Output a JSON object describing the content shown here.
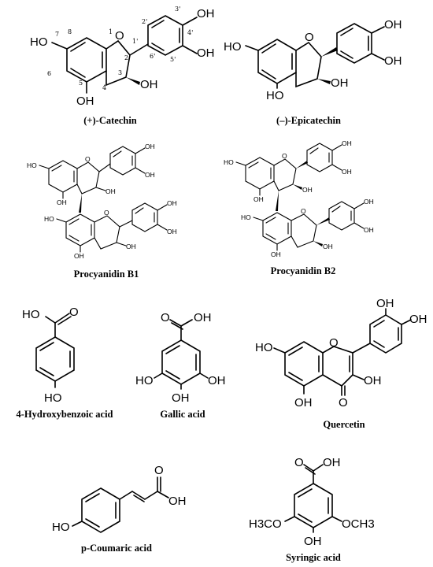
{
  "compounds": [
    {
      "name": "(+)-Catechin"
    },
    {
      "name": "(–)-Epicatechin"
    },
    {
      "name": "Procyanidin B1"
    },
    {
      "name": "Procyanidin B2"
    },
    {
      "name": "4-Hydroxybenzoic acid"
    },
    {
      "name": "Gallic acid"
    },
    {
      "name": "Quercetin"
    },
    {
      "name": "p-Coumaric acid"
    },
    {
      "name": "Syringic acid"
    }
  ],
  "atoms": {
    "oh": "OH",
    "ho": "HO",
    "o": "O",
    "h3co": "H3CO",
    "och3": "OCH3"
  },
  "numbering": [
    "1",
    "2",
    "3",
    "4",
    "5",
    "6",
    "7",
    "8",
    "1'",
    "2'",
    "3'",
    "4'",
    "5'",
    "6'"
  ]
}
